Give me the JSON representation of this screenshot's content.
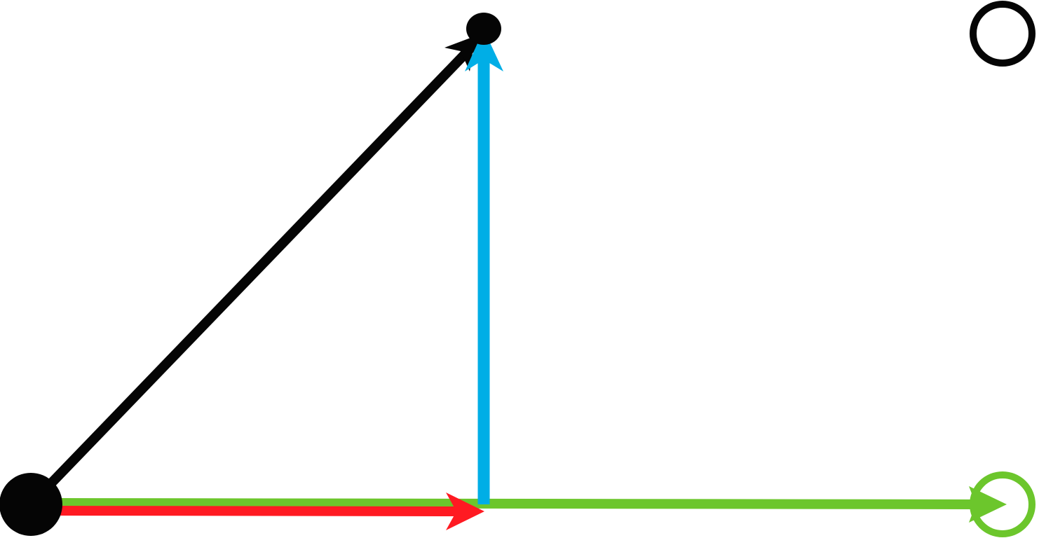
{
  "diagram": {
    "background": "#ffffff",
    "nodes": [
      {
        "id": "origin",
        "style": "filled",
        "color": "#050505"
      },
      {
        "id": "top-middle",
        "style": "filled",
        "color": "#050505"
      },
      {
        "id": "top-right",
        "style": "hollow",
        "color": "#050505"
      },
      {
        "id": "bottom-right",
        "style": "hollow",
        "color": "#6cc62c"
      }
    ],
    "arrows": [
      {
        "id": "diagonal-arrow",
        "color": "#050505",
        "from": "origin",
        "to": "top-middle"
      },
      {
        "id": "green-arrow",
        "color": "#6cc62c",
        "from": "origin",
        "to": "bottom-right"
      },
      {
        "id": "red-arrow",
        "color": "#ff1a22",
        "from": "origin",
        "to": "middle"
      },
      {
        "id": "blue-arrow",
        "color": "#00aee6",
        "from": "middle",
        "to": "top-middle"
      }
    ]
  }
}
